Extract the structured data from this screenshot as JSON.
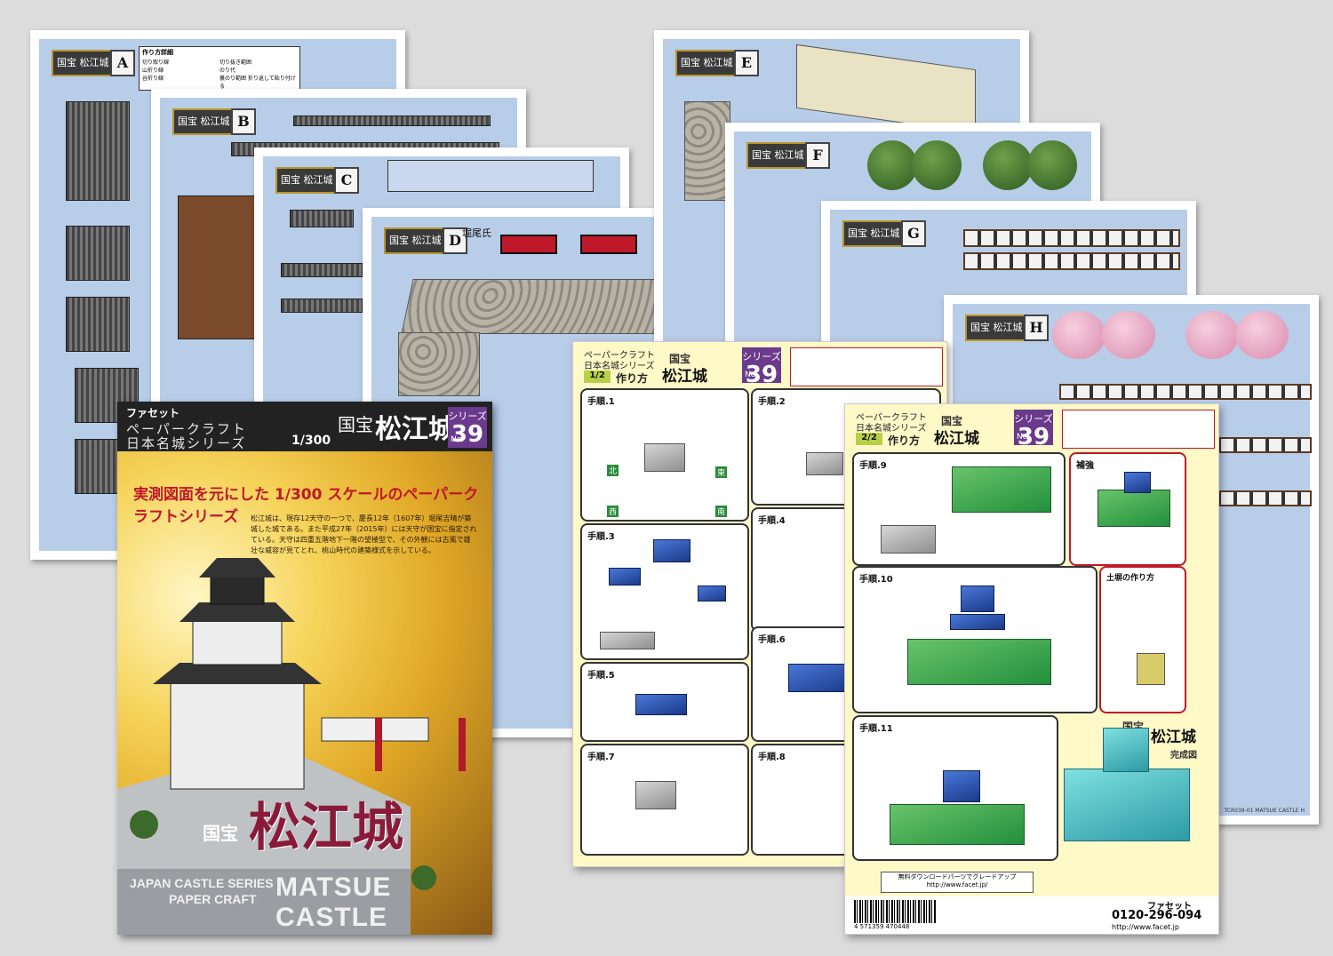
{
  "sheets": {
    "A": {
      "letter": "A",
      "logo": "国宝 松江城",
      "legend_title": "作り方詳細",
      "legend_items": [
        "切り取り線",
        "切り抜き範囲",
        "山折り線",
        "のり代",
        "谷折り線",
        "裏のり範囲 折り返して貼り付ける"
      ]
    },
    "B": {
      "letter": "B",
      "logo": "国宝 松江城"
    },
    "C": {
      "letter": "C",
      "logo": "国宝 松江城"
    },
    "D": {
      "letter": "D",
      "logo": "国宝 松江城",
      "clan": "堀尾氏"
    },
    "E": {
      "letter": "E",
      "logo": "国宝 松江城"
    },
    "F": {
      "letter": "F",
      "logo": "国宝 松江城"
    },
    "G": {
      "letter": "G",
      "logo": "国宝 松江城"
    },
    "H": {
      "letter": "H",
      "logo": "国宝 松江城",
      "footer": "TCR039-01 MATSUE CASTLE H"
    }
  },
  "cover": {
    "brand": "ファセット",
    "series_line1": "ペーパークラフト",
    "series_line2": "日本名城シリーズ",
    "scale": "1/300",
    "national_treasure": "国宝",
    "castle_name_jp": "松江城",
    "series_label": "シリーズ",
    "series_no_label": "No.",
    "series_number": "39",
    "tagline": "実測図面を元にした 1/300 スケールのペーパークラフトシリーズ",
    "description": "松江城は、現存12天守の一つで、慶長12年（1607年）堀尾吉晴が築城した城である。また平成27年（2015年）には天守が国宝に指定されている。天守は四重五階地下一階の望楼型で、その外観には古風で雄壮な威容が見てとれ、桃山時代の建築様式を示している。",
    "big_national": "国宝",
    "big_title": "松江城",
    "en_series": "JAPAN CASTLE SERIES",
    "en_craft": "PAPER CRAFT",
    "en_title": "MATSUE CASTLE"
  },
  "instr1": {
    "series_line1": "ペーパークラフト",
    "series_line2": "日本名城シリーズ",
    "page": "1/2",
    "howto": "作り方",
    "national_treasure": "国宝",
    "castle_name": "松江城",
    "series_label": "シリーズ",
    "series_no_label": "No.",
    "series_number": "39",
    "steps": [
      "手順.1",
      "手順.2",
      "手順.3",
      "手順.4",
      "手順.5",
      "手順.6",
      "手順.7",
      "手順.8"
    ],
    "labels": {
      "north": "北",
      "east": "東",
      "west": "西",
      "south": "南"
    }
  },
  "instr2": {
    "series_line1": "ペーパークラフト",
    "series_line2": "日本名城シリーズ",
    "page": "2/2",
    "howto": "作り方",
    "national_treasure": "国宝",
    "castle_name": "松江城",
    "series_label": "シリーズ",
    "series_no_label": "No.",
    "series_number": "39",
    "steps": [
      "手順.9",
      "手順.10",
      "手順.11"
    ],
    "reinforce": "補強",
    "earthwork": "土塀の作り方",
    "complete_national": "国宝",
    "complete_name": "松江城",
    "complete": "完成図",
    "download_note": "無料ダウンロードパーツでグレードアップ",
    "download_url": "http://www.facet.jp/",
    "company": "ファセット",
    "phone": "0120-296-094",
    "url": "http://www.facet.jp",
    "barcode": "4 571359 470448"
  },
  "colors": {
    "sheet_blue": "#b8cde8",
    "instruction_yellow": "#fff9c8",
    "series_purple": "#6b3a8c",
    "tagline_red": "#c0182a",
    "model_green": "#3aa84f",
    "model_blue": "#2a4fb8"
  }
}
